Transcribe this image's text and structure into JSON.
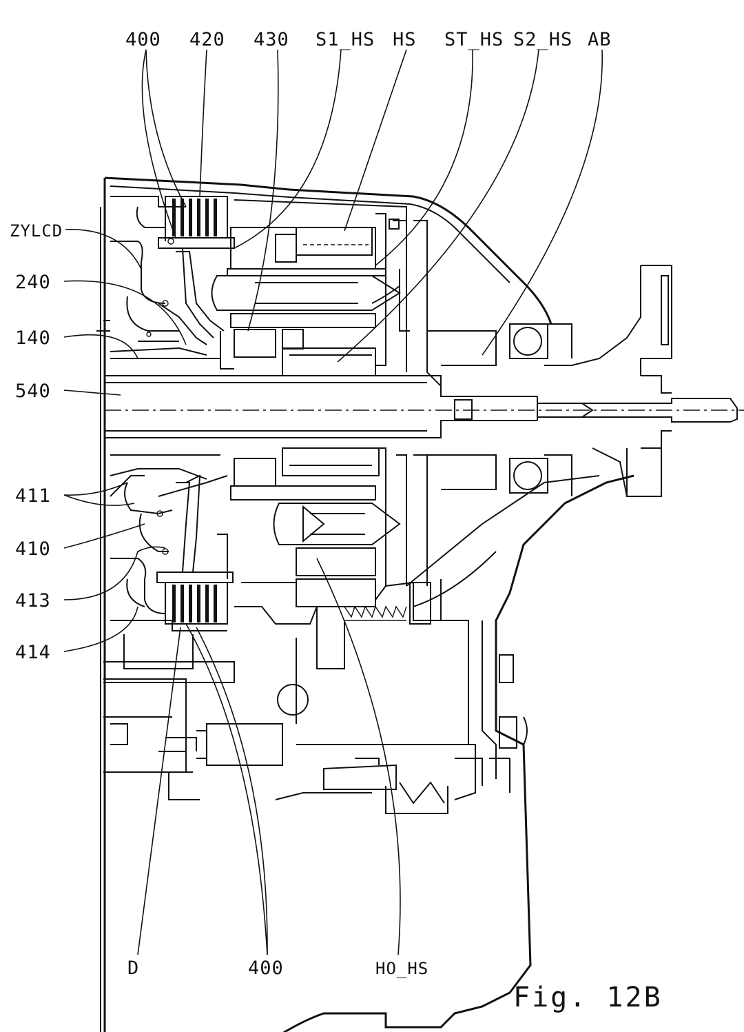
{
  "figure": {
    "caption": "Fig. 12B",
    "labels": {
      "top": [
        "400",
        "420",
        "430",
        "S1_HS",
        "HS",
        "ST_HS",
        "S2_HS",
        "AB"
      ],
      "left": [
        "ZYLCD",
        "240",
        "140",
        "540",
        "411",
        "410",
        "413",
        "414"
      ],
      "bottom": [
        "D",
        "400",
        "HO_HS"
      ]
    }
  }
}
